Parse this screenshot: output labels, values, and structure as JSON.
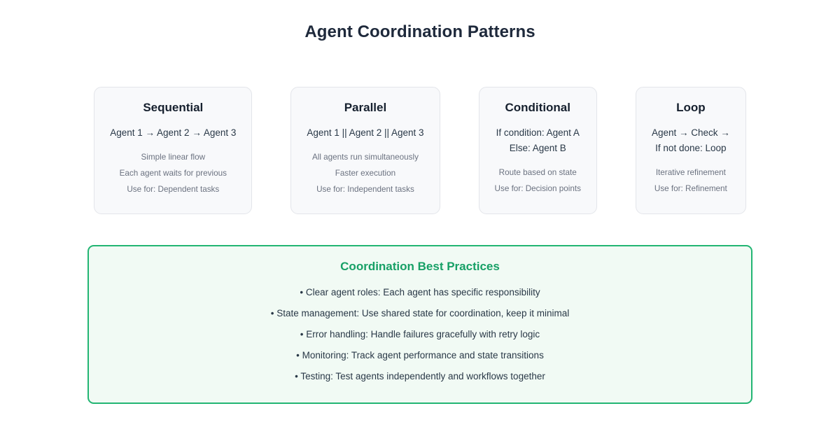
{
  "page": {
    "title": "Agent Coordination Patterns",
    "background_color": "#ffffff",
    "title_color": "#1e293b"
  },
  "patterns": [
    {
      "name": "Sequential",
      "flow": [
        "Agent 1 → Agent 2 → Agent 3"
      ],
      "details": [
        "Simple linear flow",
        "Each agent waits for previous",
        "Use for: Dependent tasks"
      ]
    },
    {
      "name": "Parallel",
      "flow": [
        "Agent 1 || Agent 2 || Agent 3"
      ],
      "details": [
        "All agents run simultaneously",
        "Faster execution",
        "Use for: Independent tasks"
      ]
    },
    {
      "name": "Conditional",
      "flow": [
        "If condition: Agent A",
        "Else: Agent B"
      ],
      "details": [
        "Route based on state",
        "Use for: Decision points"
      ]
    },
    {
      "name": "Loop",
      "flow": [
        "Agent → Check →",
        "If not done: Loop"
      ],
      "details": [
        "Iterative refinement",
        "Use for: Refinement"
      ]
    }
  ],
  "best_practices": {
    "title": "Coordination Best Practices",
    "accent_color": "#22b573",
    "title_color": "#17a066",
    "background_color": "#f1faf4",
    "items": [
      "• Clear agent roles: Each agent has specific responsibility",
      "• State management: Use shared state for coordination, keep it minimal",
      "• Error handling: Handle failures gracefully with retry logic",
      "• Monitoring: Track agent performance and state transitions",
      "• Testing: Test agents independently and workflows together"
    ]
  }
}
